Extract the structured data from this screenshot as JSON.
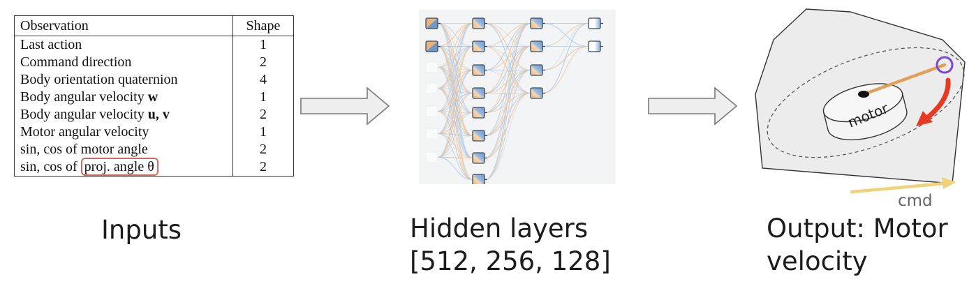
{
  "table": {
    "header": [
      "Observation",
      "Shape"
    ],
    "rows": [
      {
        "pre": "Last action",
        "bold": "",
        "boxed": "",
        "shape": "1"
      },
      {
        "pre": "Command direction",
        "bold": "",
        "boxed": "",
        "shape": "2"
      },
      {
        "pre": "Body orientation quaternion",
        "bold": "",
        "boxed": "",
        "shape": "4"
      },
      {
        "pre": "Body angular velocity ",
        "bold": "w",
        "boxed": "",
        "shape": "1"
      },
      {
        "pre": "Body angular velocity ",
        "bold": "u, v",
        "boxed": "",
        "shape": "2"
      },
      {
        "pre": "Motor angular velocity",
        "bold": "",
        "boxed": "",
        "shape": "1"
      },
      {
        "pre": "sin, cos of motor angle",
        "bold": "",
        "boxed": "",
        "shape": "2"
      },
      {
        "pre": "sin, cos of ",
        "bold": "",
        "boxed": "proj. angle θ",
        "shape": "2"
      }
    ]
  },
  "captions": {
    "inputs": "Inputs",
    "hidden_line1": "Hidden layers",
    "hidden_line2": "[512, 256, 128]",
    "output_line1": "Output: Motor",
    "output_line2": "velocity"
  },
  "diagram": {
    "motor_label": "motor",
    "cmd_label": "cmd"
  },
  "colors": {
    "arrow_fill": "#eeeeee",
    "arrow_stroke": "#7a7a7a",
    "node_orange": "#e7b57c",
    "node_blue": "#6f97c8",
    "highlight_box": "#d06a60",
    "direction_arrow": "#e63a22",
    "ring": "#7a45d8",
    "rod": "#e0a05a",
    "cmd_arrow": "#f0d27a"
  }
}
